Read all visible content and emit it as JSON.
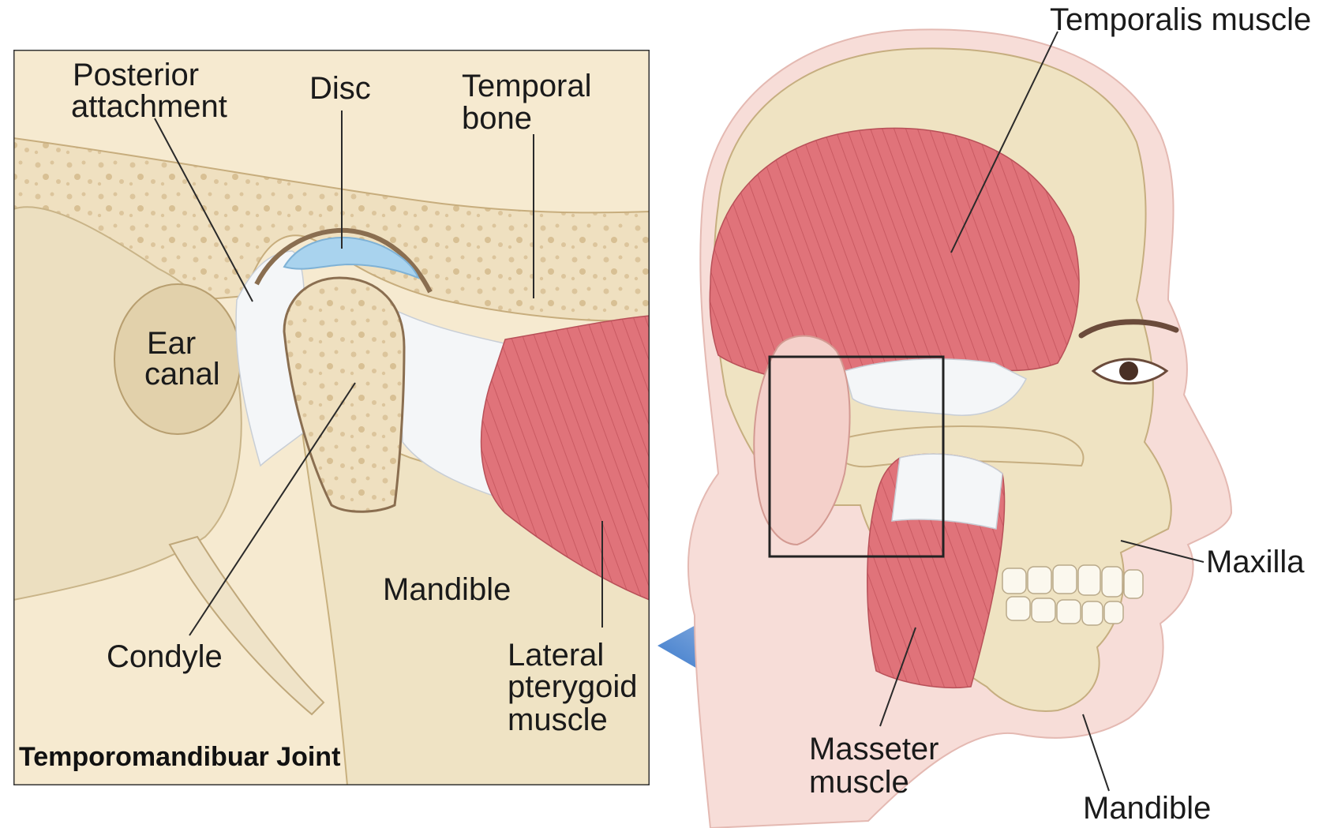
{
  "detail_panel": {
    "caption": "Temporomandibuar Joint",
    "labels": {
      "posterior_1": "Posterior",
      "posterior_2": "attachment",
      "disc": "Disc",
      "temporal_1": "Temporal",
      "temporal_2": "bone",
      "ear_1": "Ear",
      "ear_2": "canal",
      "mandible": "Mandible",
      "condyle": "Condyle",
      "lateral_1": "Lateral",
      "lateral_2": "pterygoid",
      "lateral_3": "muscle"
    }
  },
  "head_view": {
    "labels": {
      "temporalis": "Temporalis muscle",
      "maxilla": "Maxilla",
      "masseter_1": "Masseter",
      "masseter_2": "muscle",
      "mandible": "Mandible"
    }
  },
  "colors": {
    "bone": "#efe3c4",
    "bone_dark": "#d9c59a",
    "muscle": "#e0747a",
    "tendon": "#f4f6f8",
    "disc": "#a9d3ee",
    "skin": "#f6dcd8",
    "arrow": "#4f86cf"
  }
}
